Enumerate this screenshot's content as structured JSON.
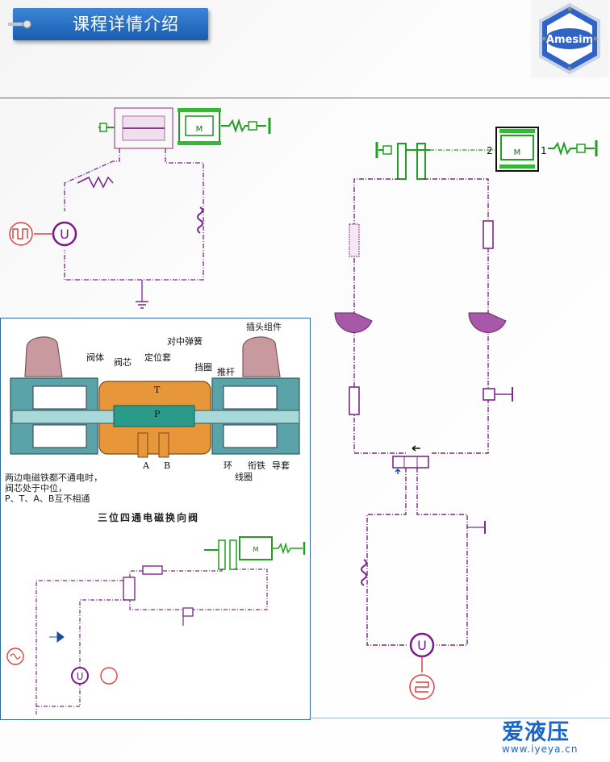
{
  "header": {
    "title": "课程详情介绍"
  },
  "logo": {
    "text": "Amesim",
    "icon": "hexagon-logo-icon"
  },
  "diagram_right": {
    "port_1": "1",
    "port_2": "2",
    "motor_label": "M"
  },
  "diagram_top": {
    "motor_label": "M"
  },
  "diagram_bottom": {
    "motor_label": "M"
  },
  "valve_figure": {
    "labels": {
      "plug_assembly": "插头组件",
      "centering_spring": "对中弹簧",
      "valve_body": "阀体",
      "valve_core": "阀芯",
      "locating_sleeve": "定位套",
      "retaining_ring": "挡圈",
      "push_rod": "推杆",
      "port_t": "T",
      "port_p": "P",
      "port_a": "A",
      "port_b": "B",
      "ring": "环",
      "armature": "衔铁",
      "guide_sleeve": "导套",
      "coil": "线圈"
    },
    "description_1": "两边电磁铁都不通电时，",
    "description_2": "阀芯处于中位，",
    "description_3": "P、T、A、B互不相通",
    "caption": "三位四通电磁换向阀"
  },
  "footer": {
    "brand": "爱液压",
    "url": "www.iyeya.cn"
  }
}
